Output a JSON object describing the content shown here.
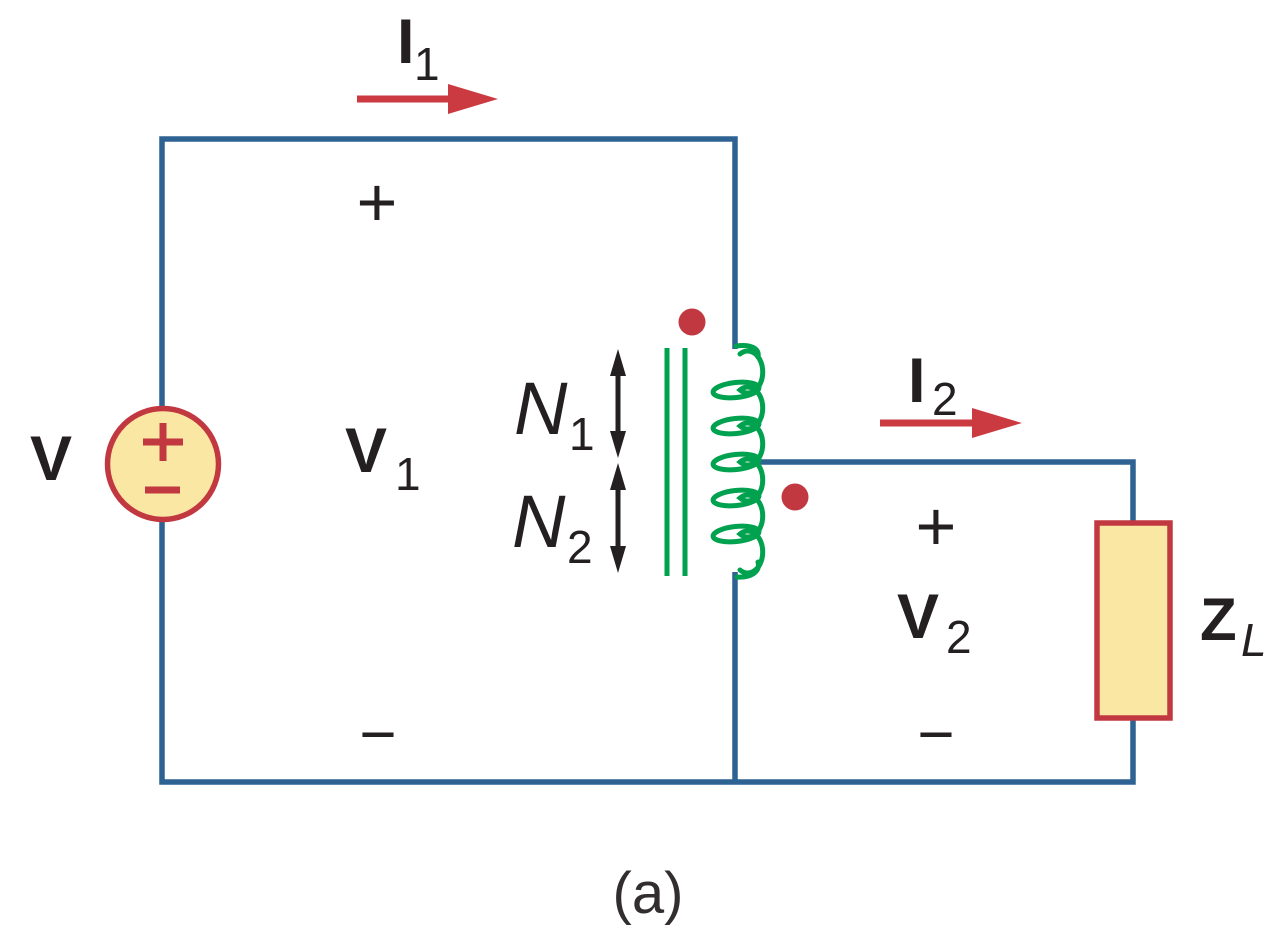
{
  "caption": "(a)",
  "colors": {
    "wire": "#2D6293",
    "coil": "#00A14F",
    "component_outline": "#C23840",
    "current_arrow": "#CB3A41",
    "component_fill": "#FBE7A4",
    "text": "#241F20"
  },
  "source": {
    "label": "V",
    "plus": "+",
    "minus": "−"
  },
  "primary_loop": {
    "current_base": "I",
    "current_sub": "1",
    "voltage_base": "V",
    "voltage_sub": "1",
    "polarity_plus": "+",
    "polarity_minus": "−"
  },
  "secondary_loop": {
    "current_base": "I",
    "current_sub": "2",
    "voltage_base": "V",
    "voltage_sub": "2",
    "polarity_plus": "+",
    "polarity_minus": "−"
  },
  "transformer": {
    "winding1_base": "N",
    "winding1_sub": "1",
    "winding2_base": "N",
    "winding2_sub": "2"
  },
  "load": {
    "label_base": "Z",
    "label_sub": "L"
  }
}
